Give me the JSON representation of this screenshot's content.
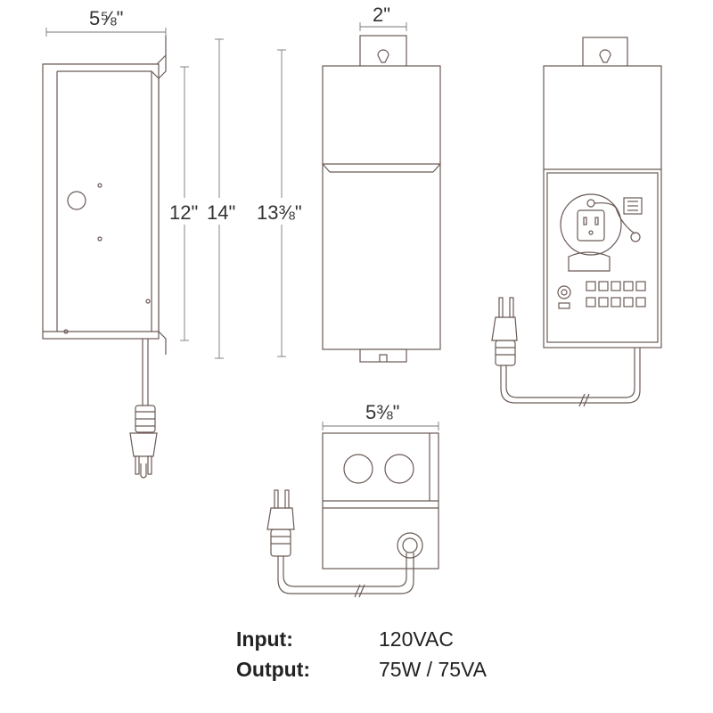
{
  "dimensions": {
    "side_width": "5⅝\"",
    "side_height_body": "12\"",
    "side_height_total": "14\"",
    "front_depth": "2\"",
    "front_height": "13⅜\"",
    "bottom_width": "5⅜\""
  },
  "specs": {
    "input_label": "Input:",
    "input_value": "120VAC",
    "output_label": "Output:",
    "output_value": "75W / 75VA"
  }
}
